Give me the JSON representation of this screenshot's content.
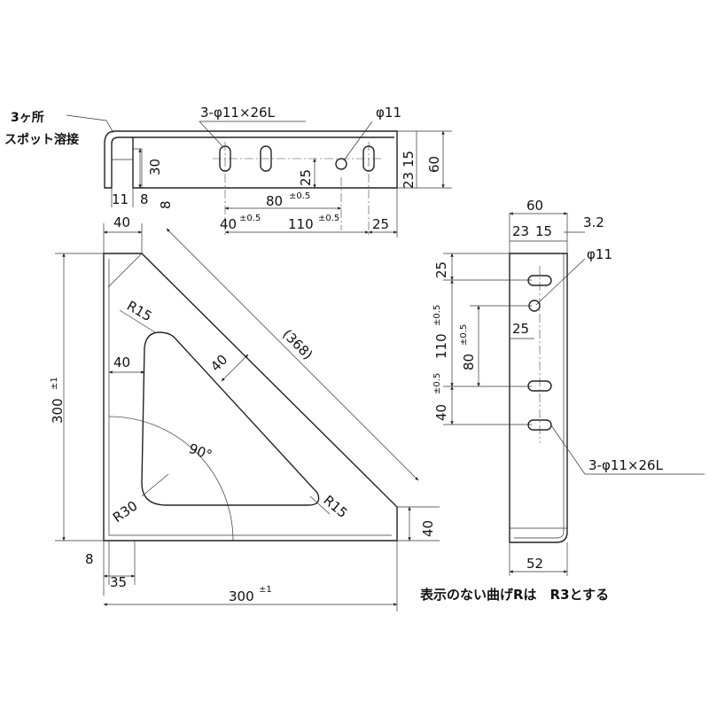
{
  "top_view": {
    "weld_count": "3ヶ所",
    "weld_label": "スポット溶接",
    "slot_spec": "3-φ11×26L",
    "hole_spec": "φ11",
    "dim_30": "30",
    "dim_11": "11",
    "dim_8a": "8",
    "dim_8b": "8",
    "dim_25_mid": "25",
    "dim_80": "80",
    "dim_80_tol": "±0.5",
    "dim_40": "40",
    "dim_40_tol": "±0.5",
    "dim_110": "110",
    "dim_110_tol": "±0.5",
    "dim_25_right": "25",
    "dim_23": "23",
    "dim_15": "15",
    "dim_60": "60"
  },
  "front_view": {
    "dim_40_top": "40",
    "dim_300_v": "300",
    "dim_300_v_tol": "±1",
    "dim_r15_top": "R15",
    "dim_40_left": "40",
    "dim_40_diag": "40",
    "dim_368": "(368)",
    "dim_90": "90°",
    "dim_r30": "R30",
    "dim_r15_right": "R15",
    "dim_40_right": "40",
    "dim_8": "8",
    "dim_35": "35",
    "dim_300_h": "300",
    "dim_300_h_tol": "±1"
  },
  "side_view": {
    "dim_60": "60",
    "dim_23": "23",
    "dim_15": "15",
    "dim_3_2": "3.2",
    "hole_spec": "φ11",
    "dim_25_top": "25",
    "dim_110": "110",
    "dim_110_tol": "±0.5",
    "dim_80": "80",
    "dim_80_tol": "±0.5",
    "dim_25_mid": "25",
    "dim_40": "40",
    "dim_40_tol": "±0.5",
    "slot_spec": "3-φ11×26L",
    "dim_52": "52"
  },
  "note": "表示のない曲げRは　R3とする"
}
